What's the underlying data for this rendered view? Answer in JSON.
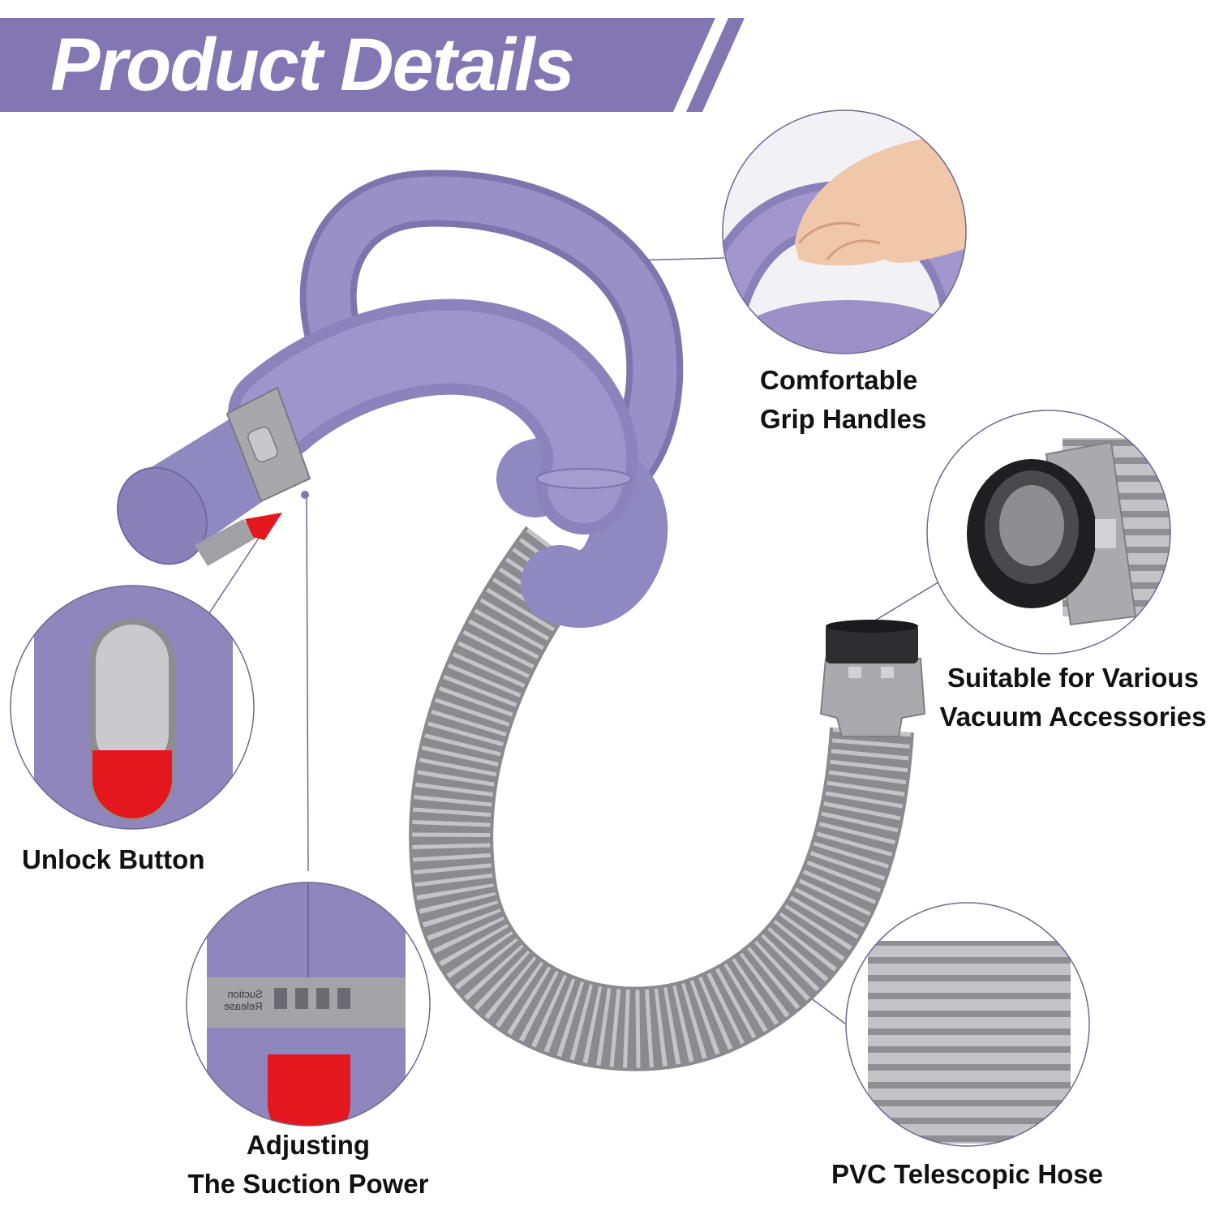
{
  "header": {
    "title": "Product Details"
  },
  "colors": {
    "accent_purple": "#8377B3",
    "hose_purple": "#958BC4",
    "hose_grey": "#B2B2B6",
    "release_red": "#E5171E",
    "callout_line": "#6F6A8E"
  },
  "callouts": {
    "grip": {
      "line1": "Comfortable",
      "line2": "Grip Handles"
    },
    "accessories": {
      "line1": "Suitable for Various",
      "line2": "Vacuum Accessories"
    },
    "unlock": {
      "line1": "Unlock Button"
    },
    "suction": {
      "line1": "Adjusting",
      "line2": "The Suction Power"
    },
    "hose": {
      "line1": "PVC Telescopic Hose"
    }
  },
  "suction_ring": {
    "line1": "Suction",
    "line2": "Release"
  }
}
